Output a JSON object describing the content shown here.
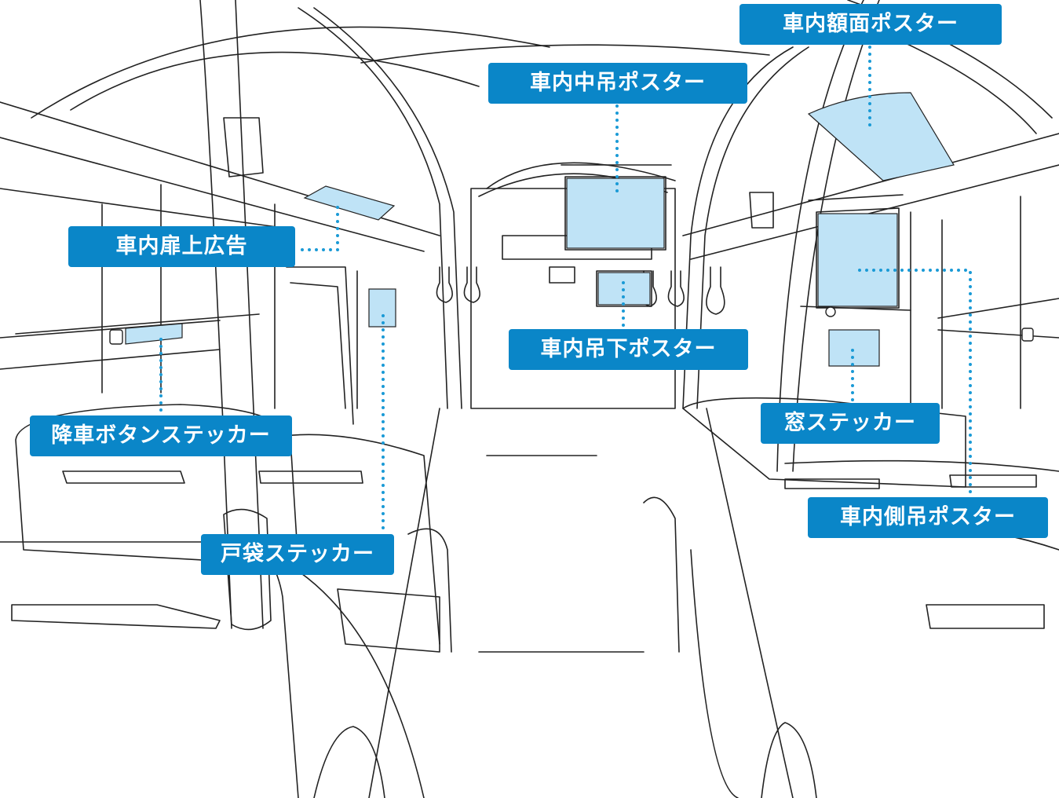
{
  "colors": {
    "label_bg": "#0a86c8",
    "label_text": "#ffffff",
    "ad_area_fill": "#bfe3f6",
    "dotted_line": "#1a9ad6",
    "line_art": "#222222"
  },
  "labels": {
    "ceiling_poster": "車内額面ポスター",
    "center_hanging_poster": "車内中吊ポスター",
    "above_door_ad": "車内扉上広告",
    "hanging_poster": "車内吊下ポスター",
    "window_sticker": "窓ステッカー",
    "stop_button_sticker": "降車ボタンステッカー",
    "side_hanging_poster": "車内側吊ポスター",
    "door_pocket_sticker": "戸袋ステッカー"
  }
}
